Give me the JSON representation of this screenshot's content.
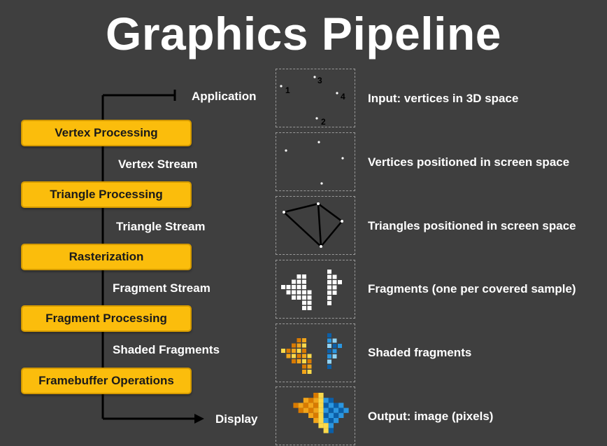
{
  "title": "Graphics Pipeline",
  "pipeline": {
    "start_label": "Application",
    "end_label": "Display",
    "stages": [
      "Vertex Processing",
      "Triangle Processing",
      "Rasterization",
      "Fragment Processing",
      "Framebuffer Operations"
    ],
    "streams": [
      "Vertex Stream",
      "Triangle Stream",
      "Fragment Stream",
      "Shaded Fragments"
    ]
  },
  "descriptions": [
    "Input: vertices in 3D space",
    "Vertices positioned in screen space",
    "Triangles positioned in screen space",
    "Fragments (one per covered sample)",
    "Shaded fragments",
    "Output: image (pixels)"
  ],
  "vertex_labels": [
    "1",
    "2",
    "3",
    "4"
  ],
  "colors": {
    "background": "#3f3f3f",
    "stage_fill": "#fbbd0c",
    "stage_border": "#d49a00",
    "text": "#ffffff",
    "line": "#000000",
    "fragment_white": "#ffffff",
    "orange_dark": "#d97a00",
    "orange": "#f2a51a",
    "orange_light": "#fbd94a",
    "blue_dark": "#0b5fa8",
    "blue": "#2a96e0",
    "blue_light": "#8fd3f5"
  }
}
